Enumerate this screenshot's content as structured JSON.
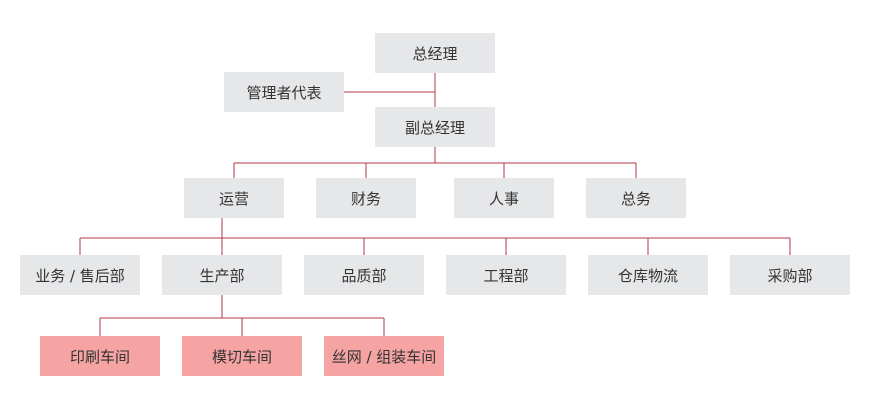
{
  "colors": {
    "line": "#b23a45",
    "box": "#e6e7e9",
    "highlight": "#f5a3a3",
    "text": "#333333"
  },
  "nodes": {
    "gm": "总经理",
    "mr": "管理者代表",
    "vgm": "副总经理",
    "ops": "运营",
    "fin": "财务",
    "hr": "人事",
    "admin": "总务",
    "sales": "业务 / 售后部",
    "prod": "生产部",
    "qa": "品质部",
    "eng": "工程部",
    "wh": "仓库物流",
    "pur": "采购部",
    "print": "印刷车间",
    "die": "模切车间",
    "screen": "丝网 / 组装车间"
  }
}
